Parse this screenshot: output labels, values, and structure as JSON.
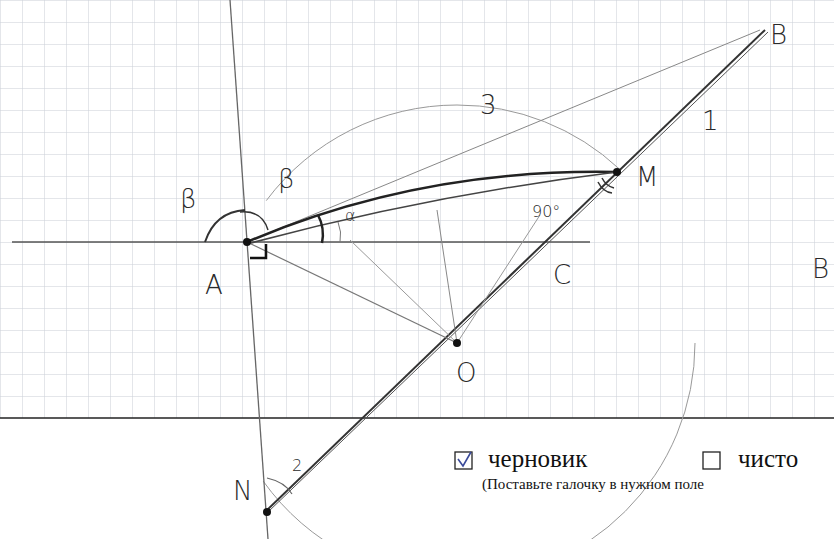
{
  "diagram": {
    "labels": [
      "B",
      "3",
      "1",
      "M",
      "90°",
      "β",
      "β",
      "α",
      "A",
      "C",
      "O",
      "N",
      "2",
      "B",
      "черновик",
      "чисто",
      "(Поставьте галочку в нужном поле"
    ]
  }
}
